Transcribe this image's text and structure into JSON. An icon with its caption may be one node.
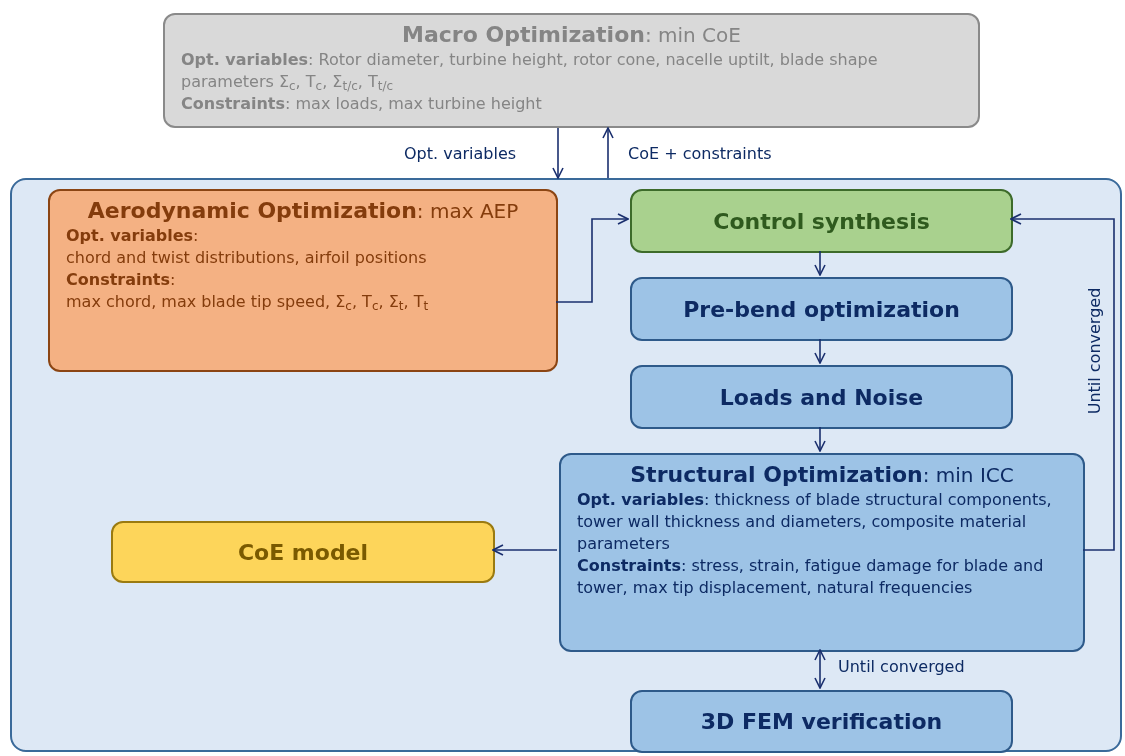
{
  "diagram": {
    "nodes": [
      {
        "text": [
          "**Macro Optimization**: min CoE",
          "**Opt. variables**: Rotor diameter, turbine height, rotor cone, nacelle uptilt, blade shape parameters Σ$_{c}$, T$_{c}$, Σ$_{t/c}$, T$_{t/c}$",
          "**Constraints**: max loads, max turbine height"
        ]
      },
      {
        "text": [],
        "shape": "box"
      },
      {
        "text": [
          "**Aerodynamic Optimization**: max AEP",
          "**Opt. variables**:",
          "chord and twist distributions, airfoil positions",
          "**Constraints**:",
          "max chord, max blade tip speed, Σ$_{c}$, T$_{c}$, Σ$_{t}$, T$_{t}$"
        ],
        "in": 1
      },
      {
        "text": [
          "Control synthesis"
        ],
        "in": 1
      },
      {
        "text": [
          "Pre-bend optimization"
        ],
        "in": 1
      },
      {
        "text": [
          "Loads and Noise"
        ],
        "in": 1
      },
      {
        "text": [
          "**Structural Optimization**: min ICC",
          "**Opt. variables**: thickness of blade structural components, tower wall thickness and diameters, composite material parameters",
          "**Constraints**: stress, strain, fatigue damage for blade and tower, max tip displacement, natural frequencies"
        ],
        "in": 1
      },
      {
        "text": [
          "CoE model"
        ],
        "in": 1
      },
      {
        "text": [
          "3D FEM verification"
        ],
        "in": 1
      }
    ],
    "edges": [
      {
        "from": 0,
        "to": 1,
        "arrow": "to",
        "label": "Opt. variables"
      },
      {
        "from": 1,
        "to": 0,
        "arrow": "to",
        "label": "CoE + constraints"
      },
      {
        "from": 2,
        "to": 3,
        "arrow": "to"
      },
      {
        "from": 3,
        "to": 4,
        "arrow": "to"
      },
      {
        "from": 4,
        "to": 5,
        "arrow": "to"
      },
      {
        "from": 5,
        "to": 6,
        "arrow": "to"
      },
      {
        "from": 6,
        "to": 3,
        "arrow": "to",
        "label": "Until converged"
      },
      {
        "from": 6,
        "to": 7,
        "arrow": "to"
      },
      {
        "from": 6,
        "to": 8,
        "arrow": "both",
        "label": "Until converged"
      }
    ]
  }
}
